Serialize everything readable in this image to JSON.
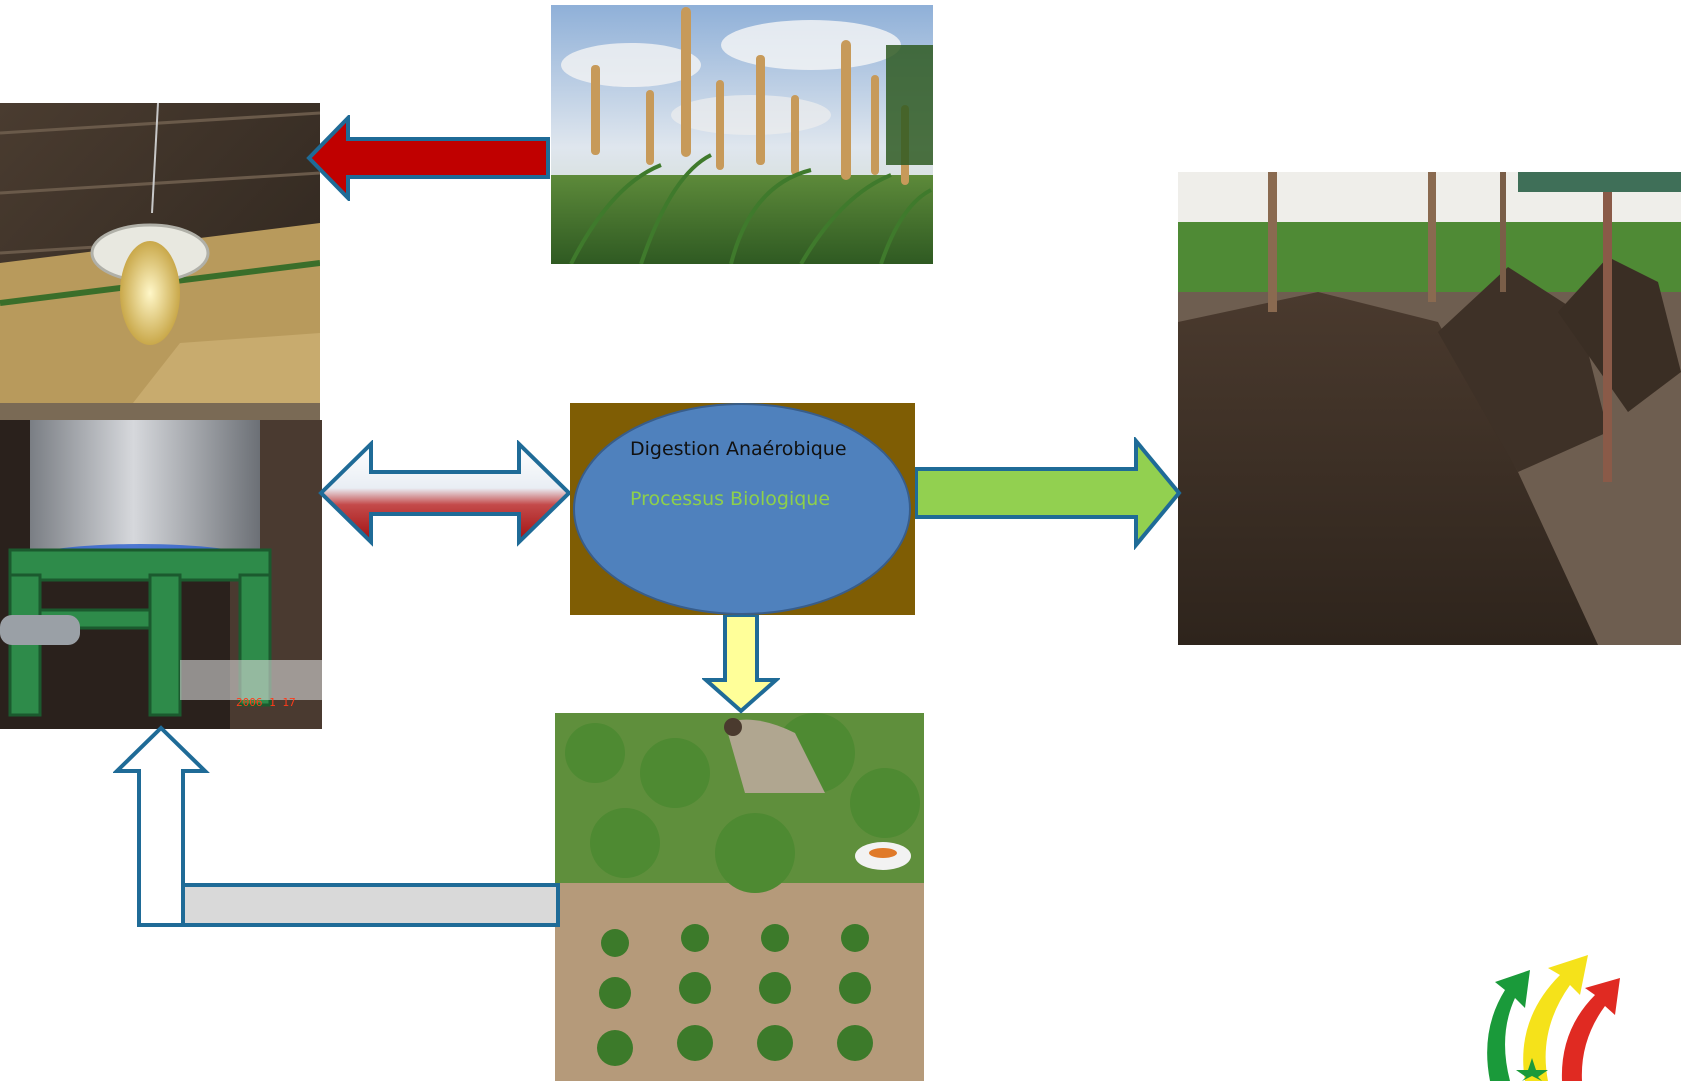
{
  "diagram": {
    "center": {
      "title": "Digestion Anaérobique",
      "subtitle": "Processus Biologique"
    },
    "photo_timestamp": "2006 1 17",
    "images": [
      {
        "name": "millet-field-photo",
        "subject": "millet crop field"
      },
      {
        "name": "lamp-photo",
        "subject": "hanging biogas lamp"
      },
      {
        "name": "stove-photo",
        "subject": "biogas cooking stove"
      },
      {
        "name": "compost-photo",
        "subject": "compost / digestate piles"
      },
      {
        "name": "garden-photo",
        "subject": "vegetable garden with farmer"
      },
      {
        "name": "logo",
        "subject": "green-yellow-red arrows logo"
      }
    ],
    "colors": {
      "red_arrow": "#c00000",
      "green_arrow": "#92d050",
      "yellow_arrow": "#ffff99",
      "grey_arrow": "#d9d9d9",
      "outline": "#1f6b97",
      "ellipse": "#4f81bd",
      "box": "#7f5d04",
      "subtitle": "#8ed04a"
    }
  }
}
